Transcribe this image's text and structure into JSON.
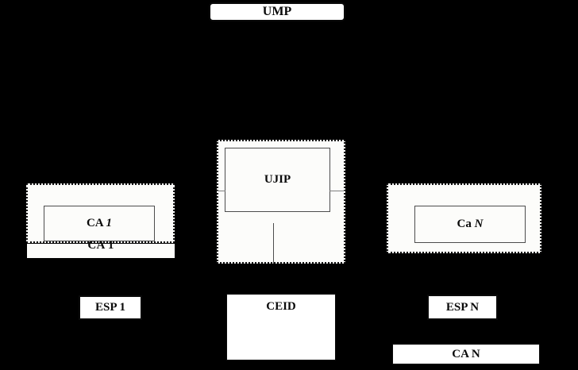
{
  "diagram": {
    "background_color": "#000000",
    "node_fill_color": "#ffffff",
    "border_color": "#000000",
    "connector_color": "#808080",
    "nodes": {
      "ump": "UMP",
      "ujip": "UJIP",
      "ca1_box_prefix": "CA ",
      "ca1_box_italic": "1",
      "ca1_strip_label": "CA 1",
      "can_box_prefix": "Ca ",
      "can_box_italic": "N",
      "esp1": "ESP 1",
      "ceid": "CEID",
      "espn": "ESP N",
      "can_bottom": "CA N"
    }
  }
}
